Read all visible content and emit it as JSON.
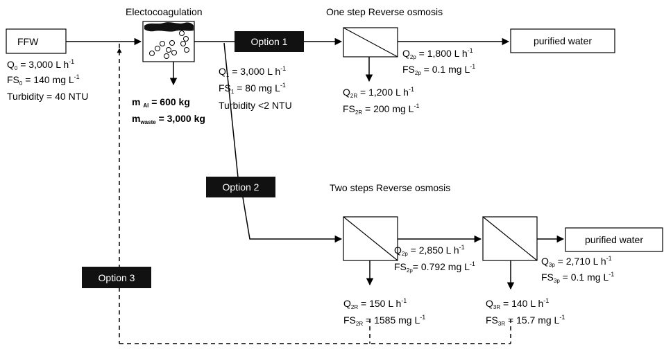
{
  "stages": {
    "electrocoagulation": "Electocoagulation",
    "one_step_ro": "One step Reverse osmosis",
    "two_steps_ro": "Two steps Reverse osmosis"
  },
  "boxes": {
    "ffw": "FFW",
    "purified_1": "purified water",
    "purified_2": "purified water"
  },
  "options": {
    "option1": "Option 1",
    "option2": "Option 2",
    "option3": "Option 3"
  },
  "feed": {
    "q0": {
      "sym": "Q",
      "sub": "0",
      "val": " = 3,000 L h",
      "sup": "-1"
    },
    "fs0": {
      "sym": "FS",
      "sub": "0",
      "val": " = 140 mg L",
      "sup": "-1"
    },
    "turbidity": "Turbidity = 40 NTU"
  },
  "ec_outputs": {
    "m_al": {
      "sym": "m ",
      "sub": "Al",
      "val": " = 600 kg"
    },
    "m_waste": {
      "sym": "m",
      "sub": "waste",
      "val": " = 3,000 kg"
    }
  },
  "after_ec": {
    "q1": {
      "sym": "Q",
      "sub": "1",
      "val": " = 3,000 L h",
      "sup": "-1"
    },
    "fs1": {
      "sym": "FS",
      "sub": "1",
      "val": " = 80  mg L",
      "sup": "-1"
    },
    "turbidity": "Turbidity <2 NTU"
  },
  "ro1": {
    "q2p": {
      "sym": "Q",
      "sub": "2p",
      "val": " = 1,800 L h",
      "sup": "-1"
    },
    "fs2p": {
      "sym": "FS",
      "sub": "2p",
      "val": " = 0.1 mg L",
      "sup": "-1"
    },
    "q2r": {
      "sym": "Q",
      "sub": "2R",
      "val": " = 1,200 L h",
      "sup": "-1"
    },
    "fs2r": {
      "sym": "FS",
      "sub": "2R",
      "val": " = 200 mg L",
      "sup": "-1"
    }
  },
  "ro2_step1": {
    "q2p": {
      "sym": "Q",
      "sub": "2p",
      "val": " = 2,850 L h",
      "sup": "-1"
    },
    "fs2p": {
      "sym": "FS",
      "sub": "2p",
      "val": "= 0.792 mg L",
      "sup": "-1"
    },
    "q2r": {
      "sym": "Q",
      "sub": "2R",
      "val": " = 150 L h",
      "sup": "-1"
    },
    "fs2r": {
      "sym": "FS",
      "sub": "2R",
      "val": " = 1585 mg L",
      "sup": "-1"
    }
  },
  "ro2_step2": {
    "q3p": {
      "sym": "Q",
      "sub": "3p",
      "val": " = 2,710 L h",
      "sup": "-1"
    },
    "fs3p": {
      "sym": "FS",
      "sub": "3p",
      "val": " = 0.1 mg L",
      "sup": "-1"
    },
    "q3r": {
      "sym": "Q",
      "sub": "3R",
      "val": " = 140 L h",
      "sup": "-1"
    },
    "fs3r": {
      "sym": "FS",
      "sub": "3R",
      "val": " = 15.7 mg L",
      "sup": "-1"
    }
  }
}
